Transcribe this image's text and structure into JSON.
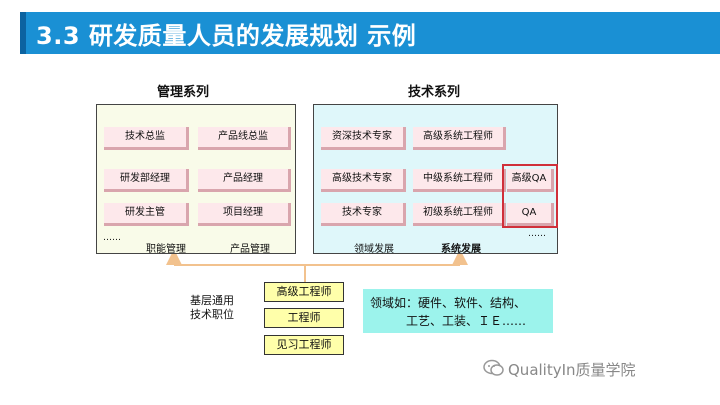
{
  "header": {
    "title": "3.3 研发质量人员的发展规划 示例"
  },
  "management": {
    "title": "管理系列",
    "roles": [
      "技术总监",
      "产品线总监",
      "研发部经理",
      "产品经理",
      "研发主管",
      "项目经理"
    ],
    "ellipsis": "……",
    "track_left": "职能管理",
    "track_right": "产品管理"
  },
  "technical": {
    "title": "技术系列",
    "roles": [
      "资深技术专家",
      "高级系统工程师",
      "高级技术专家",
      "中级系统工程师",
      "高级QA",
      "技术专家",
      "初级系统工程师",
      "QA"
    ],
    "ellipsis": "……",
    "track_left": "领域发展",
    "track_right": "系统发展"
  },
  "base": {
    "label_line1": "基层通用",
    "label_line2": "技术职位",
    "levels": [
      "高级工程师",
      "工程师",
      "见习工程师"
    ]
  },
  "domain_box": {
    "line1": "领域如：硬件、软件、结构、",
    "line2": "工艺、工装、ＩＥ……"
  },
  "watermark": {
    "text": "QualityIn质量学院"
  },
  "colors": {
    "header": "#1a90d4",
    "connector": "#f2c28e",
    "highlight": "#d0303a"
  }
}
